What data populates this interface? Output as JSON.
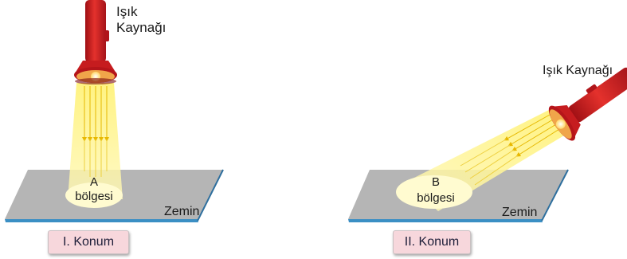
{
  "left_panel": {
    "source_label_line1": "Işık",
    "source_label_line2": "Kaynağı",
    "region_line1": "A",
    "region_line2": "bölgesi",
    "floor_label": "Zemin",
    "caption": "I. Konum"
  },
  "right_panel": {
    "source_label": "Işık Kaynağı",
    "region_line1": "B",
    "region_line2": "bölgesi",
    "floor_label": "Zemin",
    "caption": "II. Konum"
  },
  "colors": {
    "floor": "#b3b3b3",
    "floor_edge": "#3b8fc4",
    "flashlight": "#d42020",
    "beam": "#fff27a",
    "lit_area": "#fffbd0"
  },
  "icons": [
    "flashlight-icon",
    "light-beam",
    "light-ray-arrow"
  ]
}
